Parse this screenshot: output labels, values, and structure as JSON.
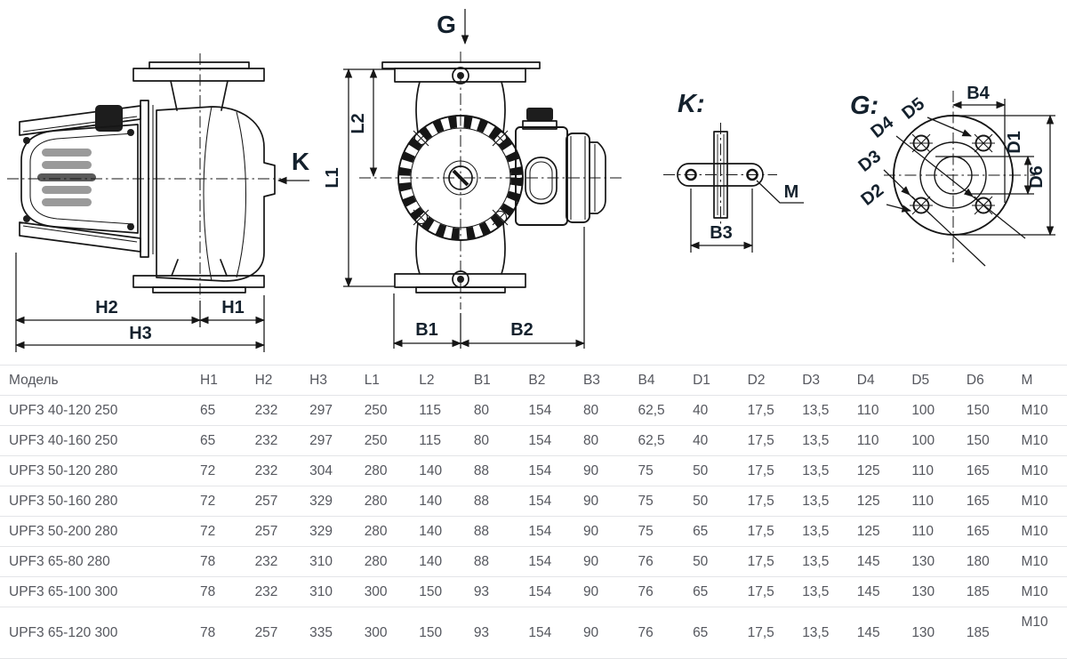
{
  "drawings": {
    "side_view": {
      "view_arrow_label": "K",
      "dim_h1": "H1",
      "dim_h2": "H2",
      "dim_h3": "H3"
    },
    "front_view": {
      "view_arrow_label": "G",
      "dim_l1": "L1",
      "dim_l2": "L2",
      "dim_b1": "B1",
      "dim_b2": "B2"
    },
    "k_view": {
      "title": "K:",
      "dim_b3": "B3",
      "dim_m": "M"
    },
    "g_view": {
      "title": "G:",
      "dim_b4": "B4",
      "dim_d1": "D1",
      "dim_d2": "D2",
      "dim_d3": "D3",
      "dim_d4": "D4",
      "dim_d5": "D5",
      "dim_d6": "D6"
    }
  },
  "table": {
    "columns": [
      "Модель",
      "H1",
      "H2",
      "H3",
      "L1",
      "L2",
      "B1",
      "B2",
      "B3",
      "B4",
      "D1",
      "D2",
      "D3",
      "D4",
      "D5",
      "D6",
      "M"
    ],
    "rows": [
      [
        "UPF3 40-120 250",
        "65",
        "232",
        "297",
        "250",
        "115",
        "80",
        "154",
        "80",
        "62,5",
        "40",
        "17,5",
        "13,5",
        "110",
        "100",
        "150",
        "M10"
      ],
      [
        "UPF3 40-160 250",
        "65",
        "232",
        "297",
        "250",
        "115",
        "80",
        "154",
        "80",
        "62,5",
        "40",
        "17,5",
        "13,5",
        "110",
        "100",
        "150",
        "M10"
      ],
      [
        "UPF3 50-120 280",
        "72",
        "232",
        "304",
        "280",
        "140",
        "88",
        "154",
        "90",
        "75",
        "50",
        "17,5",
        "13,5",
        "125",
        "110",
        "165",
        "M10"
      ],
      [
        "UPF3 50-160 280",
        "72",
        "257",
        "329",
        "280",
        "140",
        "88",
        "154",
        "90",
        "75",
        "50",
        "17,5",
        "13,5",
        "125",
        "110",
        "165",
        "M10"
      ],
      [
        "UPF3 50-200 280",
        "72",
        "257",
        "329",
        "280",
        "140",
        "88",
        "154",
        "90",
        "75",
        "65",
        "17,5",
        "13,5",
        "125",
        "110",
        "165",
        "M10"
      ],
      [
        "UPF3 65-80 280",
        "78",
        "232",
        "310",
        "280",
        "140",
        "88",
        "154",
        "90",
        "76",
        "50",
        "17,5",
        "13,5",
        "145",
        "130",
        "180",
        "M10"
      ],
      [
        "UPF3 65-100 300",
        "78",
        "232",
        "310",
        "300",
        "150",
        "93",
        "154",
        "90",
        "76",
        "65",
        "17,5",
        "13,5",
        "145",
        "130",
        "185",
        "M10"
      ],
      [
        "UPF3 65-120 300",
        "78",
        "257",
        "335",
        "300",
        "150",
        "93",
        "154",
        "90",
        "76",
        "65",
        "17,5",
        "13,5",
        "145",
        "130",
        "185",
        "M10"
      ]
    ]
  }
}
